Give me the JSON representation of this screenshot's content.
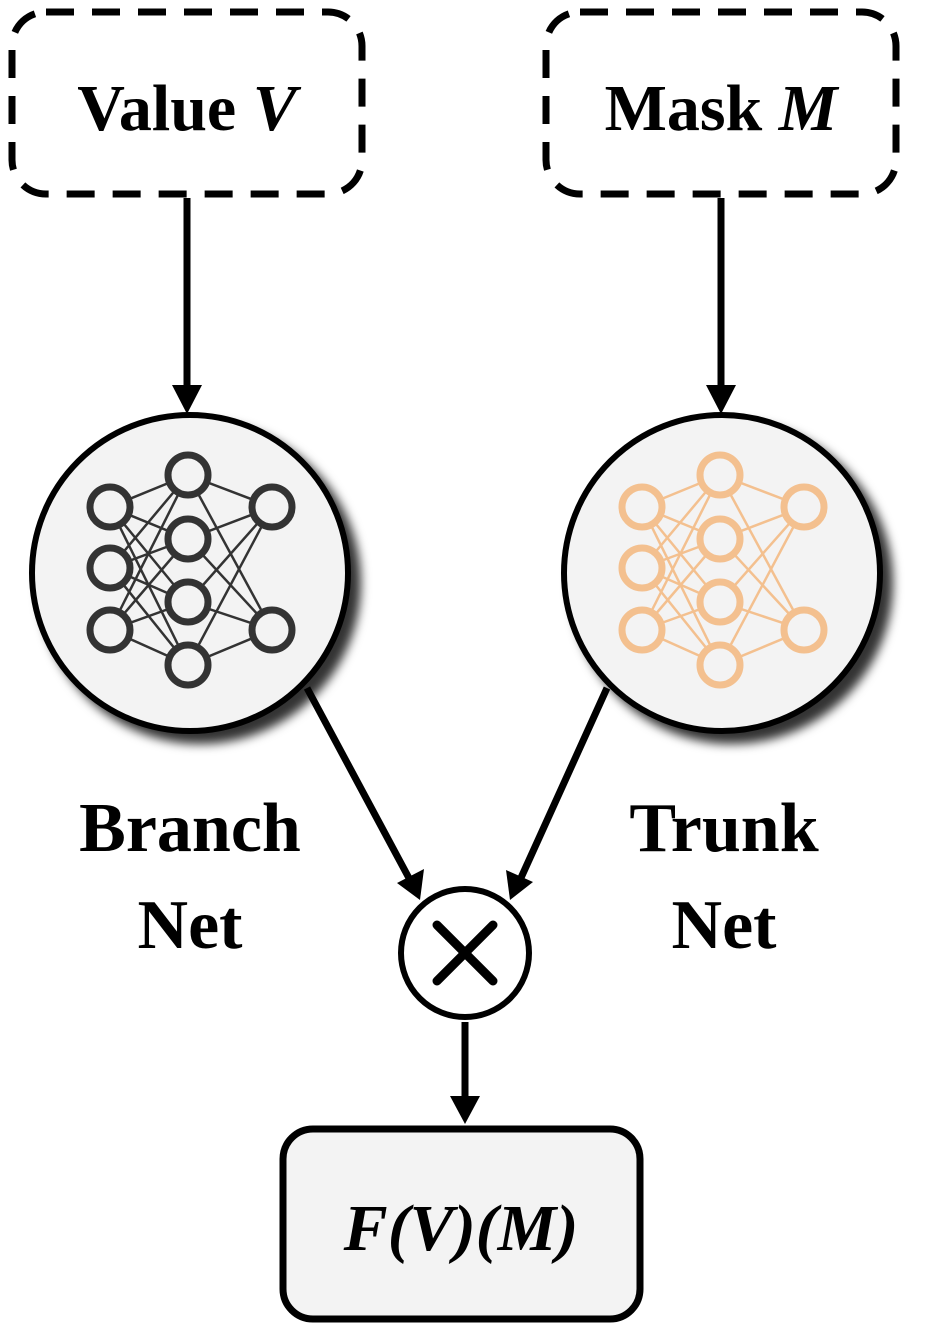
{
  "inputs": {
    "value_label": "Value",
    "value_symbol": "V",
    "mask_label": "Mask",
    "mask_symbol": "M"
  },
  "branch": {
    "line1": "Branch",
    "line2": "Net"
  },
  "trunk": {
    "line1": "Trunk",
    "line2": "Net"
  },
  "output": {
    "label": "F(V)(M)"
  },
  "colors": {
    "stroke": "#000000",
    "node_fill": "#f3f3f3",
    "branch_net": "#333333",
    "trunk_net": "#f3c08f"
  },
  "icons": {
    "branch": "neural-network-icon",
    "trunk": "neural-network-icon",
    "operator": "multiply-icon"
  }
}
